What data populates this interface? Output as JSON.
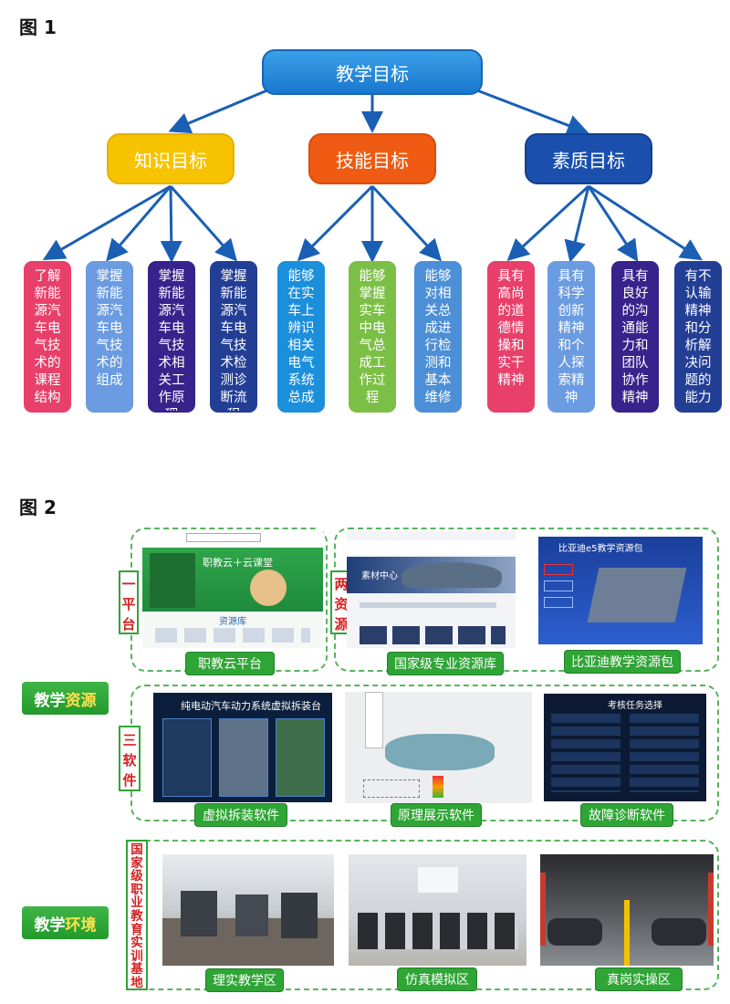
{
  "figure1": {
    "label": "图 1",
    "root": "教学目标",
    "categories": [
      {
        "label": "知识目标",
        "color": "#f7c300"
      },
      {
        "label": "技能目标",
        "color": "#ef5b12"
      },
      {
        "label": "素质目标",
        "color": "#1a4fae"
      }
    ],
    "leaves": [
      {
        "text": "了解新能源汽车电气技术的课程结构",
        "color": "#e8406a"
      },
      {
        "text": "掌握新能源汽车电气技术的组成",
        "color": "#6b9be0"
      },
      {
        "text": "掌握新能源汽车电气技术相关工作原理",
        "color": "#38228c"
      },
      {
        "text": "掌握新能源汽车电气技术检测诊断流程",
        "color": "#233e95"
      },
      {
        "text": "能够在实车上辨识相关电气系统总成",
        "color": "#1b8fdc"
      },
      {
        "text": "能够掌握实车中电气总成工作过程",
        "color": "#7cbf46"
      },
      {
        "text": "能够对相关总成进行检测和基本维修",
        "color": "#4c8fd6"
      },
      {
        "text": "具有高尚的道德情操和实干精神",
        "color": "#e8406a"
      },
      {
        "text": "具有科学创新精神和个人探索精神",
        "color": "#6b9be0"
      },
      {
        "text": "具有良好的沟通能力和团队协作精神",
        "color": "#38228c"
      },
      {
        "text": "有不认输精神和分析解决问题的能力",
        "color": "#233e95"
      }
    ],
    "arrow_color": "#1a5fb4"
  },
  "figure2": {
    "label": "图 2",
    "sections": {
      "teaching_resources": {
        "prefix": "教学",
        "highlight": "资源"
      },
      "teaching_environment": {
        "prefix": "教学",
        "highlight": "环境"
      }
    },
    "row_labels": {
      "platform": "一平台",
      "resources": "两资源",
      "software": "三软件",
      "base": "国家级职业教育实训基地"
    },
    "captions": {
      "zhijiaoyun": "职教云平台",
      "national_library": "国家级专业资源库",
      "byd_package": "比亚迪教学资源包",
      "virtual_disassembly": "虚拟拆装软件",
      "principle_display": "原理展示软件",
      "fault_diagnosis": "故障诊断软件",
      "practice_area": "理实教学区",
      "simulation_area": "仿真模拟区",
      "real_post_area": "真岗实操区"
    },
    "screenshot_text": {
      "zhijiaoyun_logo": "职教云＋云课堂",
      "zhijiaoyun_library": "资源库",
      "national_center": "素材中心",
      "byd_title": "比亚迪e5教学资源包",
      "virtual_title": "纯电动汽车动力系统虚拟拆装台",
      "fault_title": "考核任务选择"
    }
  }
}
